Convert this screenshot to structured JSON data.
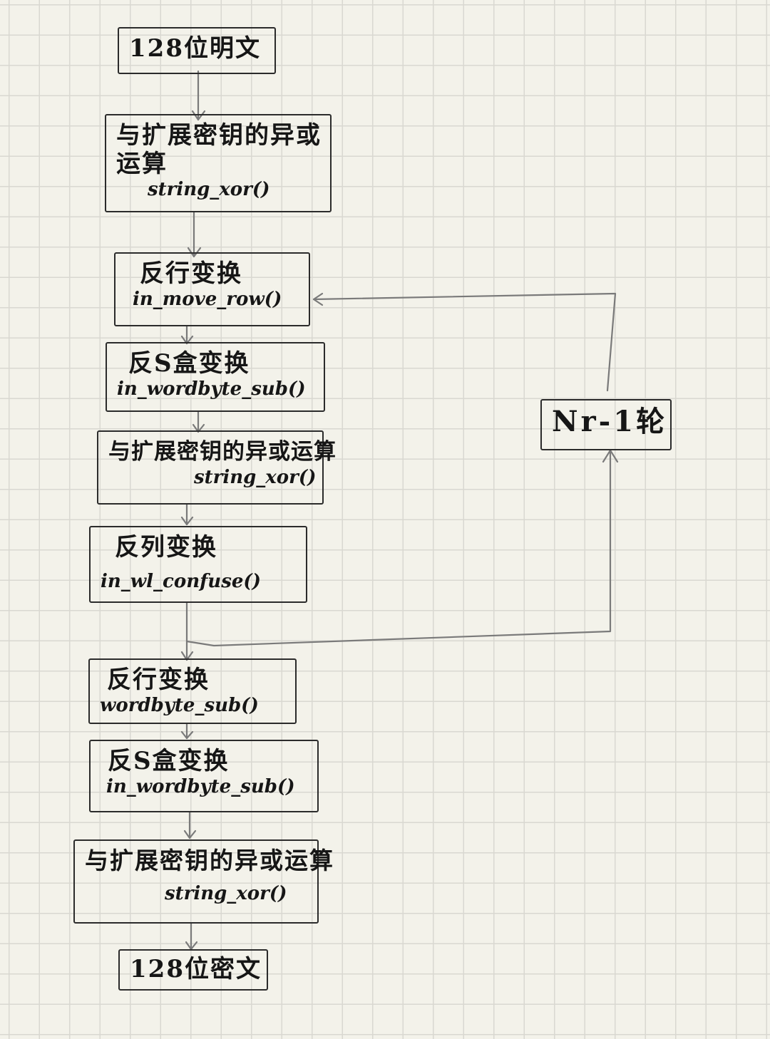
{
  "diagram": {
    "nodes": {
      "plaintext": {
        "label": "128位明文"
      },
      "xor_1": {
        "label": "与扩展密钥的异或运算",
        "code": "string_xor()"
      },
      "inv_shift_rows_1": {
        "label": "反行变换",
        "code": "in_move_row()"
      },
      "inv_sbox_1": {
        "label": "反S盒变换",
        "code": "in_wordbyte_sub()"
      },
      "xor_2": {
        "label": "与扩展密钥的异或运算",
        "code": "string_xor()"
      },
      "inv_mix_columns": {
        "label": "反列变换",
        "code": "in_wl_confuse()"
      },
      "inv_shift_rows_2": {
        "label": "反行变换",
        "code": "wordbyte_sub()"
      },
      "inv_sbox_2": {
        "label": "反S盒变换",
        "code": "in_wordbyte_sub()"
      },
      "xor_3": {
        "label": "与扩展密钥的异或运算",
        "code": "string_xor()"
      },
      "ciphertext": {
        "label": "128位密文"
      },
      "loop": {
        "label": "Nr-1轮"
      }
    }
  }
}
